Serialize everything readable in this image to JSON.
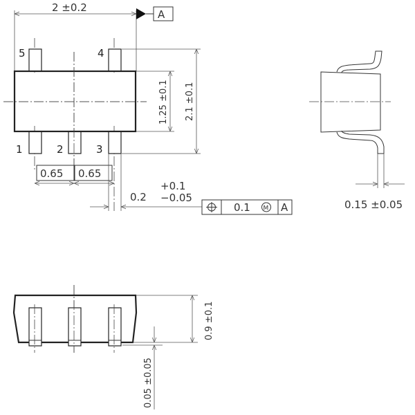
{
  "drawing": {
    "type": "package-outline",
    "top_view": {
      "width_dim": "2 ±0.2",
      "datum_label": "A",
      "body_height_dim": "1.25 ±0.1",
      "total_height_dim": "2.1 ±0.1",
      "pitch_1": "0.65",
      "pitch_2": "0.65",
      "lead_width_nominal": "0.2",
      "lead_width_tol_plus": "+0.1",
      "lead_width_tol_minus": "−0.05",
      "pins": [
        "1",
        "2",
        "3",
        "4",
        "5"
      ]
    },
    "feature_control_frame": {
      "symbol": "position-icon",
      "tolerance": "0.1",
      "modifier": "M",
      "datum": "A"
    },
    "side_view": {
      "lead_thickness_dim": "0.15 ±0.05"
    },
    "front_view": {
      "height_dim": "0.9 ±0.1",
      "standoff_dim": "0.05 ±0.05"
    }
  }
}
